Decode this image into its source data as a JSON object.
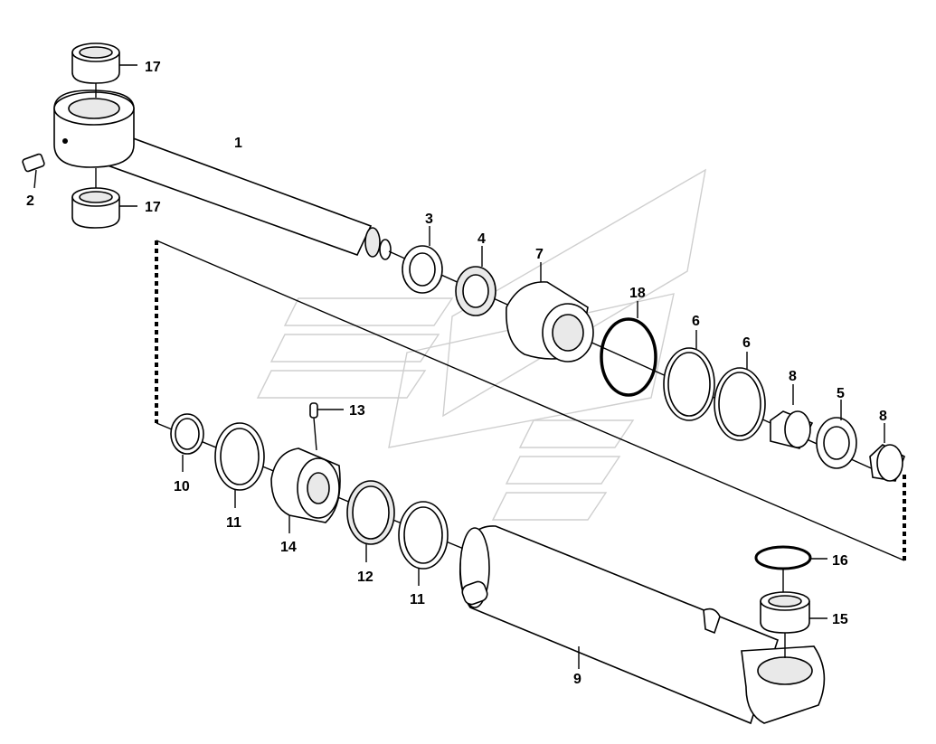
{
  "diagram": {
    "labels": {
      "p1": "1",
      "p2": "2",
      "p3": "3",
      "p4": "4",
      "p5": "5",
      "p6a": "6",
      "p6b": "6",
      "p7": "7",
      "p8a": "8",
      "p8b": "8",
      "p9": "9",
      "p10": "10",
      "p11a": "11",
      "p11b": "11",
      "p12": "12",
      "p13": "13",
      "p14": "14",
      "p15": "15",
      "p16": "16",
      "p17a": "17",
      "p17b": "17",
      "p18": "18"
    },
    "colors": {
      "line": "#000000",
      "shade": "#e9e9e9",
      "watermark": "#cfcfcf"
    }
  }
}
